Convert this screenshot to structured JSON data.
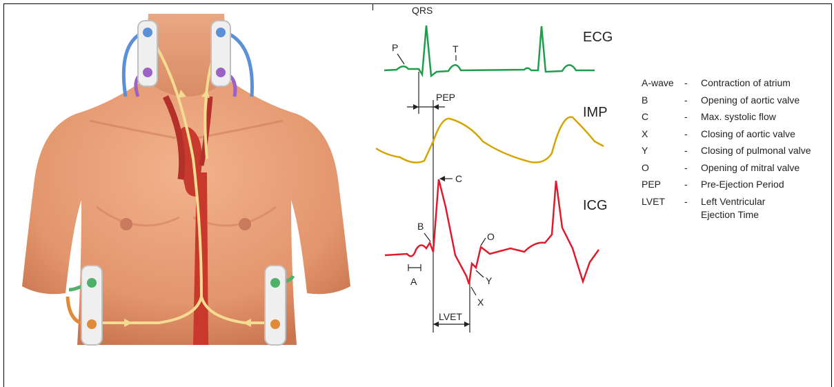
{
  "waveforms": {
    "ecg": {
      "title": "ECG",
      "color": "#1e9e4a",
      "labels": {
        "qrs": "QRS",
        "p": "P",
        "t": "T"
      }
    },
    "imp": {
      "title": "IMP",
      "color": "#d4a500"
    },
    "icg": {
      "title": "ICG",
      "color": "#e0192b",
      "labels": {
        "a": "A",
        "b": "B",
        "c": "C",
        "x": "X",
        "y": "Y",
        "o": "O"
      }
    },
    "intervals": {
      "pep": "PEP",
      "lvet": "LVET"
    }
  },
  "legend": [
    {
      "key": "A-wave",
      "dash": "-",
      "desc": "Contraction of atrium"
    },
    {
      "key": "B",
      "dash": "-",
      "desc": "Opening of aortic  valve"
    },
    {
      "key": "C",
      "dash": "-",
      "desc": "Max. systolic flow"
    },
    {
      "key": "X",
      "dash": "-",
      "desc": "Closing of aortic valve"
    },
    {
      "key": "Y",
      "dash": "-",
      "desc": "Closing of pulmonal valve"
    },
    {
      "key": "O",
      "dash": "-",
      "desc": "Opening of mitral valve"
    },
    {
      "key": "PEP",
      "dash": "-",
      "desc": "Pre-Ejection Period"
    },
    {
      "key": "LVET",
      "dash": "-",
      "desc": "Left Ventricular\nEjection Time"
    }
  ],
  "electrode_colors": {
    "blue": "#5b8fd6",
    "purple": "#9a63c4",
    "green": "#4fb06a",
    "orange": "#e08a3a"
  },
  "skin_color": "#e8a07a"
}
